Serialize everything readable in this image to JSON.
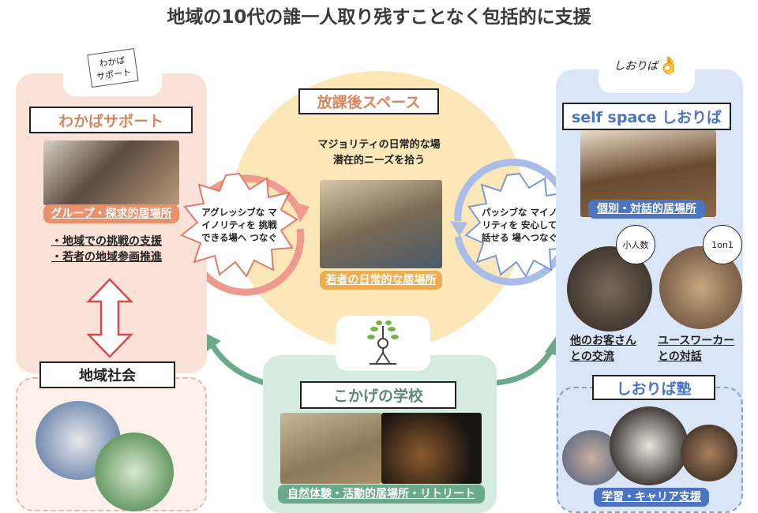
{
  "title": "地域の10代の誰一人取り残すことなく包括的に支援",
  "left": {
    "logo_text": "わかば サポート",
    "name": "わかばサポート",
    "photo_label": "グループ・探求的居場所",
    "bullets": [
      "地域での挑戦の支援",
      "若者の地域参画推進"
    ],
    "community": "地域社会"
  },
  "center": {
    "name": "放課後スペース",
    "lines": [
      "マジョリティの日常的な場",
      "潜在的ニーズを拾う"
    ],
    "photo_label": "若者の日常的な居場所",
    "left_burst": "アグレッシブな マイノリティを 挑戦できる場へ つなぐ",
    "right_burst": "パッシブな マイノリティを 安心して話せる 場へつなぐ"
  },
  "bottom": {
    "name": "こかげの学校",
    "photo_label": "自然体験・活動的居場所・リトリート"
  },
  "right": {
    "logo_text": "しおりば",
    "name": "self space しおりば",
    "photo_label": "個別・対話的居場所",
    "badge1": "小人数",
    "badge2": "1on1",
    "caption1": [
      "他のお客さん",
      "との交流"
    ],
    "caption2": [
      "ユースワーカー",
      "との対話"
    ],
    "juku": "しおりば塾",
    "juku_label": "学習・キャリア支援"
  },
  "colors": {
    "peach": "#fbe2d8",
    "yellow": "#fbe7b8",
    "green": "#d6ebe0",
    "blue": "#dbe5f8",
    "orange": "#e8916a",
    "accent_blue": "#4b74c3"
  }
}
